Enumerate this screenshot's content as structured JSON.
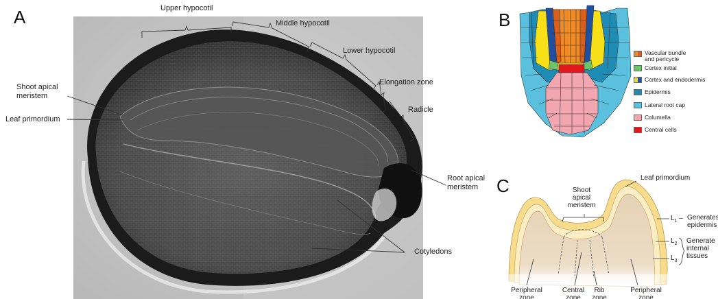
{
  "panels": {
    "a": {
      "letter": "A",
      "labels": {
        "upper_hypocotyl": "Upper hypocotil",
        "middle_hypocotyl": "Middle hypocotil",
        "lower_hypocotyl": "Lower hypocotil",
        "elongation_zone": "Elongation zone",
        "radicle": "Radicle",
        "shoot_apical_meristem_line1": "Shoot apical",
        "shoot_apical_meristem_line2": "meristem",
        "leaf_primordium": "Leaf primordium",
        "root_apical_meristem_line1": "Root apical",
        "root_apical_meristem_line2": "meristem",
        "cotyledons": "Cotyledons"
      }
    },
    "b": {
      "letter": "B",
      "legend": [
        {
          "label": "Vascular bundle",
          "label2": "and pericycle",
          "color": "#f08a24",
          "color2": "#d8601a"
        },
        {
          "label": "Cortex initial",
          "color": "#6cc36c"
        },
        {
          "label": "Cortex and endodermis",
          "color": "#f7e017",
          "color2": "#1f4fa0"
        },
        {
          "label": "Epidermis",
          "color": "#1f8cb5"
        },
        {
          "label": "Lateral root cap",
          "color": "#5bc0de"
        },
        {
          "label": "Columella",
          "color": "#f2a7b0"
        },
        {
          "label": "Central cells",
          "color": "#e0181b"
        }
      ]
    },
    "c": {
      "letter": "C",
      "labels": {
        "leaf_primordium": "Leaf primordium",
        "sam_line1": "Shoot",
        "sam_line2": "apical",
        "sam_line3": "meristem",
        "l1": "L",
        "l1_sub": "1",
        "l1_desc_dash": "–",
        "l1_desc1": "Generates",
        "l1_desc2": "epidermis",
        "l2": "L",
        "l2_sub": "2",
        "l3": "L",
        "l3_sub": "3",
        "generate1": "Generate",
        "generate2": "internal",
        "generate3": "tissues",
        "peripheral_left1": "Peripheral",
        "peripheral_left2": "zone",
        "central1": "Central",
        "central2": "zone",
        "rib1": "Rib",
        "rib2": "zone",
        "peripheral_right1": "Peripheral",
        "peripheral_right2": "zone"
      }
    }
  }
}
